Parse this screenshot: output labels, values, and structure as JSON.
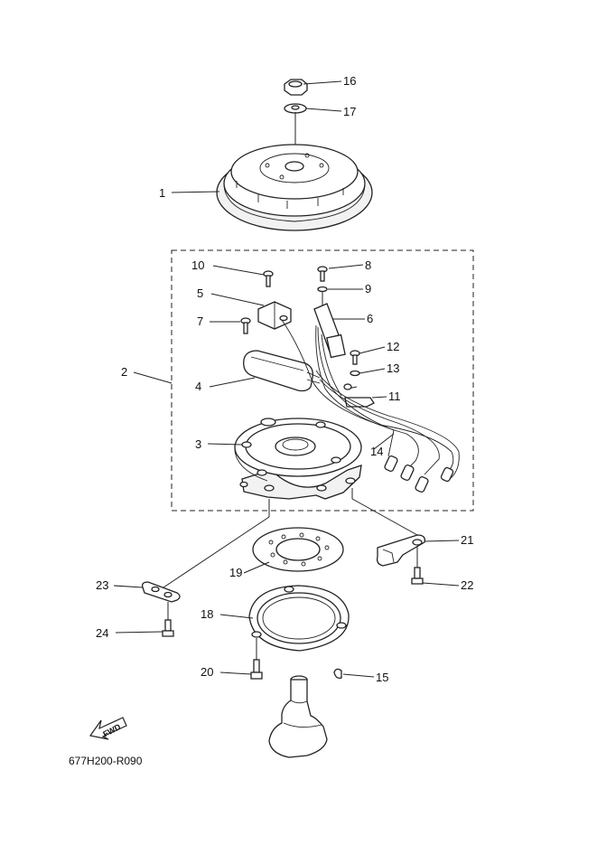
{
  "diagram": {
    "drawing_code": "677H200-R090",
    "fwd_label": "FWD",
    "callouts": [
      {
        "id": "c1",
        "label": "1"
      },
      {
        "id": "c2",
        "label": "2"
      },
      {
        "id": "c3",
        "label": "3"
      },
      {
        "id": "c4",
        "label": "4"
      },
      {
        "id": "c5",
        "label": "5"
      },
      {
        "id": "c6",
        "label": "6"
      },
      {
        "id": "c7",
        "label": "7"
      },
      {
        "id": "c8",
        "label": "8"
      },
      {
        "id": "c9",
        "label": "9"
      },
      {
        "id": "c10",
        "label": "10"
      },
      {
        "id": "c11",
        "label": "11"
      },
      {
        "id": "c12",
        "label": "12"
      },
      {
        "id": "c13",
        "label": "13"
      },
      {
        "id": "c14",
        "label": "14"
      },
      {
        "id": "c15",
        "label": "15"
      },
      {
        "id": "c16",
        "label": "16"
      },
      {
        "id": "c17",
        "label": "17"
      },
      {
        "id": "c18",
        "label": "18"
      },
      {
        "id": "c19",
        "label": "19"
      },
      {
        "id": "c20",
        "label": "20"
      },
      {
        "id": "c21",
        "label": "21"
      },
      {
        "id": "c22",
        "label": "22"
      },
      {
        "id": "c23",
        "label": "23"
      },
      {
        "id": "c24",
        "label": "24"
      }
    ]
  }
}
